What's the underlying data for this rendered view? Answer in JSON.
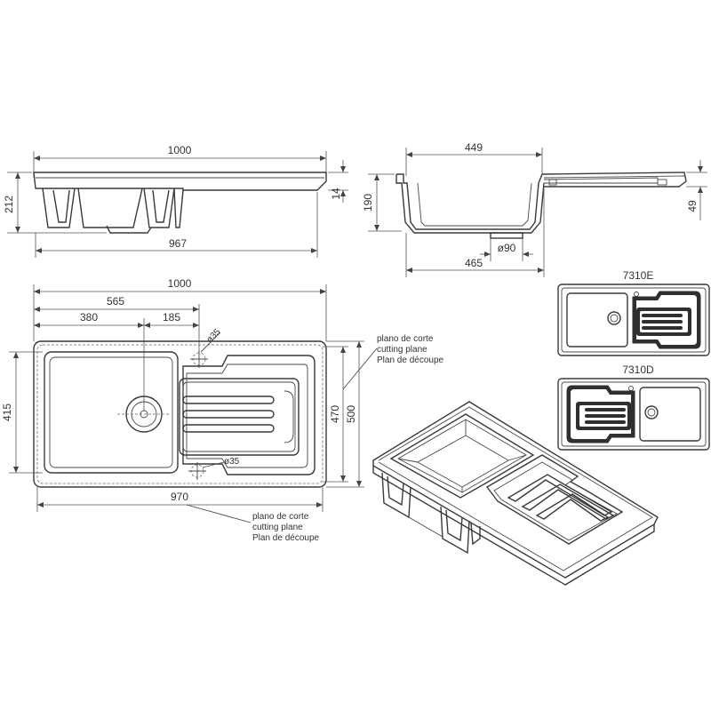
{
  "side_view": {
    "width": "1000",
    "height": "212",
    "thickness": "14",
    "bottom_width": "967"
  },
  "section_view": {
    "bowl_width": "449",
    "depth": "190",
    "drain_depth": "49",
    "outlet": "ø90",
    "bottom_width": "465"
  },
  "top_view": {
    "width": "1000",
    "to_drain": "565",
    "bowl_center": "380",
    "bowl_to_tap": "185",
    "tap_hole_top": "ø35",
    "tap_hole_bottom": "ø35",
    "bowl_depth": "415",
    "cut_depth": "470",
    "depth": "500",
    "cut_width": "970"
  },
  "cutting_plane_labels": [
    "plano de corte",
    "cutting plane",
    "Plan de découpe"
  ],
  "variants": {
    "left": "7310E",
    "right": "7310D"
  }
}
